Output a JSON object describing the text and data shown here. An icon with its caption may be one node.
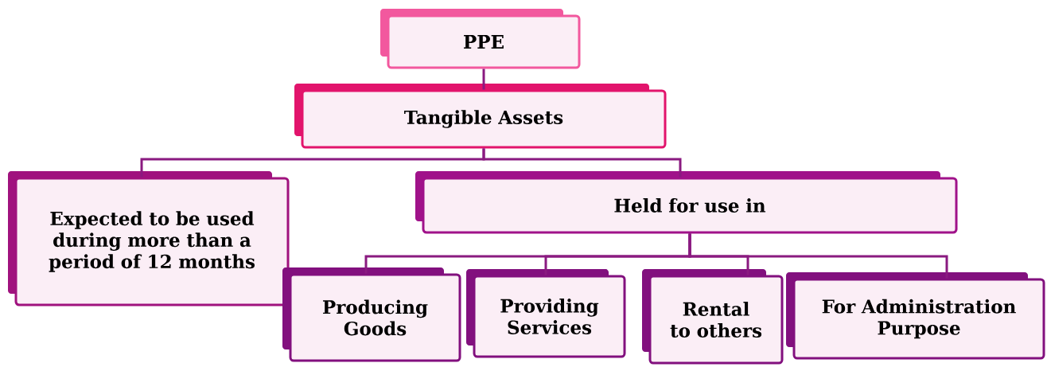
{
  "diagram": {
    "nodes": [
      {
        "text": [
          "PPE"
        ]
      },
      {
        "text": [
          "Tangible Assets"
        ]
      },
      {
        "text": [
          "Expected to be used during more than a period of 12 months"
        ]
      },
      {
        "text": [
          "Held for use in"
        ]
      },
      {
        "text": [
          "Producing Goods"
        ]
      },
      {
        "text": [
          "Providing Services"
        ]
      },
      {
        "text": [
          "Rental to others"
        ]
      },
      {
        "text": [
          "For Administration Purpose"
        ]
      }
    ],
    "edges": [
      {
        "from": 0,
        "to": 1,
        "arrow": "none"
      },
      {
        "from": 1,
        "to": 2,
        "arrow": "none"
      },
      {
        "from": 1,
        "to": 3,
        "arrow": "none"
      },
      {
        "from": 3,
        "to": 4,
        "arrow": "none"
      },
      {
        "from": 3,
        "to": 5,
        "arrow": "none"
      },
      {
        "from": 3,
        "to": 6,
        "arrow": "none"
      },
      {
        "from": 3,
        "to": 7,
        "arrow": "none"
      }
    ]
  }
}
